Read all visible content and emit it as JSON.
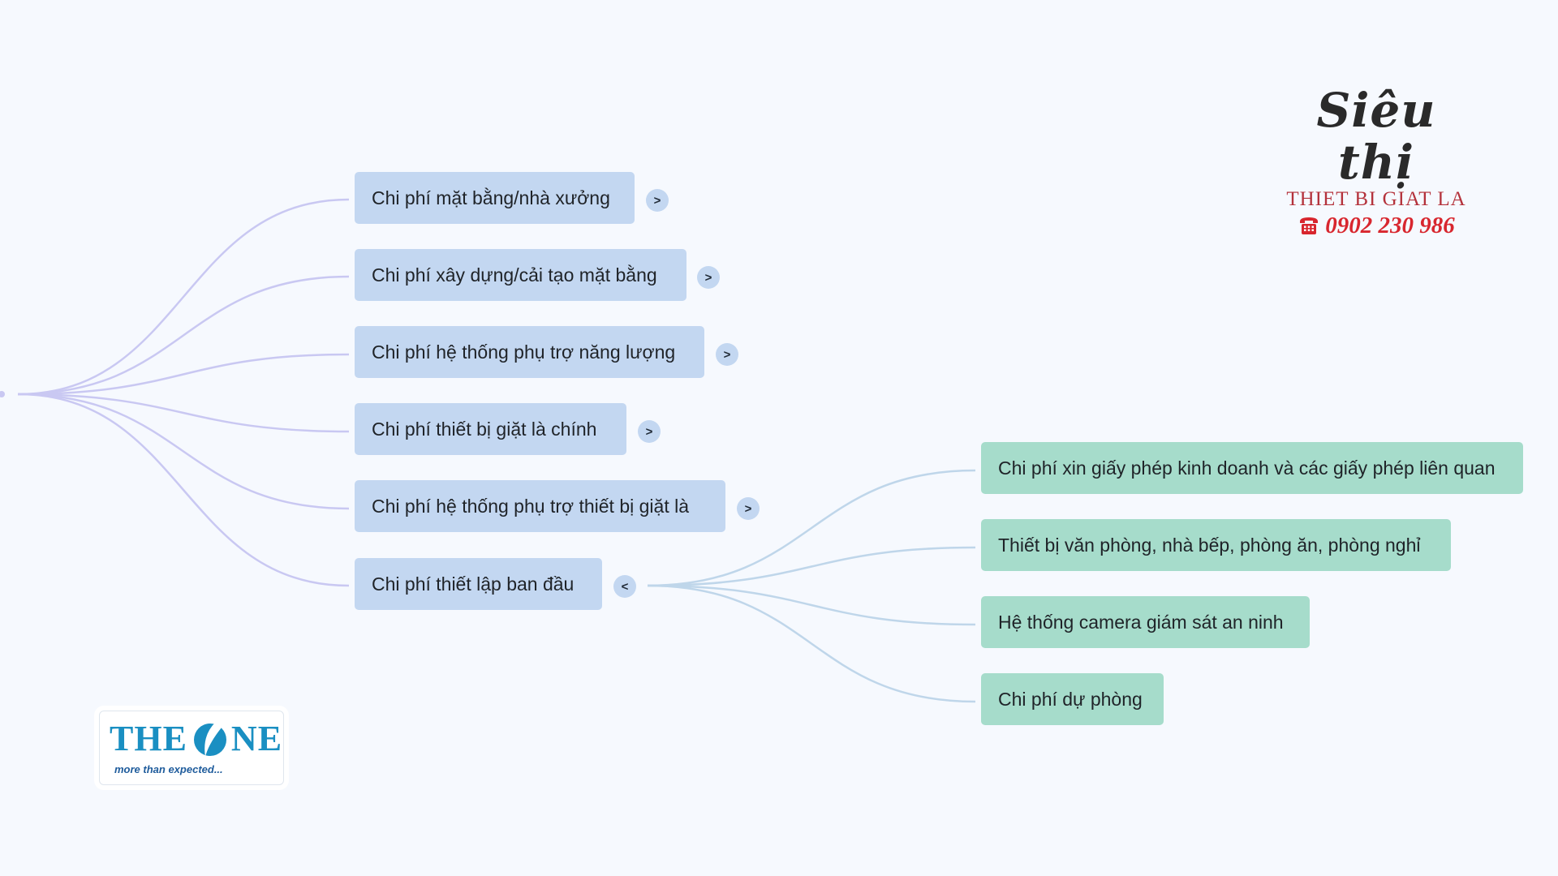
{
  "branches": [
    {
      "label": "Chi phí mặt bằng/nhà xưởng",
      "toggle": ">"
    },
    {
      "label": "Chi phí xây dựng/cải tạo mặt bằng",
      "toggle": ">"
    },
    {
      "label": "Chi phí hệ thống phụ trợ năng lượng",
      "toggle": ">"
    },
    {
      "label": "Chi phí thiết bị giặt là chính",
      "toggle": ">"
    },
    {
      "label": "Chi phí hệ thống phụ trợ thiết bị giặt là",
      "toggle": ">"
    },
    {
      "label": "Chi phí thiết lập ban đầu",
      "toggle": "<"
    }
  ],
  "sub_branches": [
    {
      "label": "Chi phí xin giấy phép kinh doanh và các giấy phép liên quan"
    },
    {
      "label": "Thiết bị văn phòng, nhà bếp, phòng ăn, phòng nghỉ"
    },
    {
      "label": "Hệ thống camera giám sát an ninh"
    },
    {
      "label": "Chi phí dự phòng"
    }
  ],
  "logo_sieuthi": {
    "script": "Siêu thị",
    "subtitle": "THIET BI GIAT LA",
    "phone": "0902 230 986",
    "icon": "telephone-icon"
  },
  "logo_theone": {
    "word_left": "THE",
    "word_right": "NE",
    "tagline": "more than expected..."
  },
  "colors": {
    "background": "#f6f9fe",
    "branch_node": "#c3d7f1",
    "sub_branch_node": "#a6dccb",
    "connector_left": "#c9c8f2",
    "connector_right": "#bfd6ea",
    "brand_red": "#d8262e",
    "theone_blue": "#1a8fc2"
  }
}
